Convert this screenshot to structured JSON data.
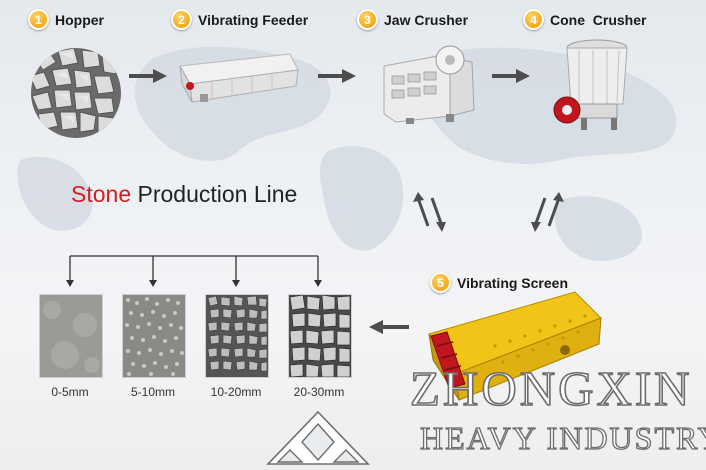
{
  "steps": [
    {
      "number": "1",
      "label": "Hopper"
    },
    {
      "number": "2",
      "label": "Vibrating Feeder"
    },
    {
      "number": "3",
      "label": "Jaw Crusher"
    },
    {
      "number": "4",
      "label": "Cone  Crusher"
    },
    {
      "number": "5",
      "label": "Vibrating Screen"
    }
  ],
  "title": {
    "accent": "Stone",
    "rest": " Production Line"
  },
  "products": [
    "0-5mm",
    "5-10mm",
    "10-20mm",
    "20-30mm"
  ],
  "brand": {
    "name": "ZHONGXIN",
    "tagline": "HEAVY INDUSTRY"
  },
  "colors": {
    "badge": "#f2a20c",
    "accent_red": "#d51d1d",
    "screen_yellow": "#f2c418",
    "frame_red": "#c0161e"
  }
}
